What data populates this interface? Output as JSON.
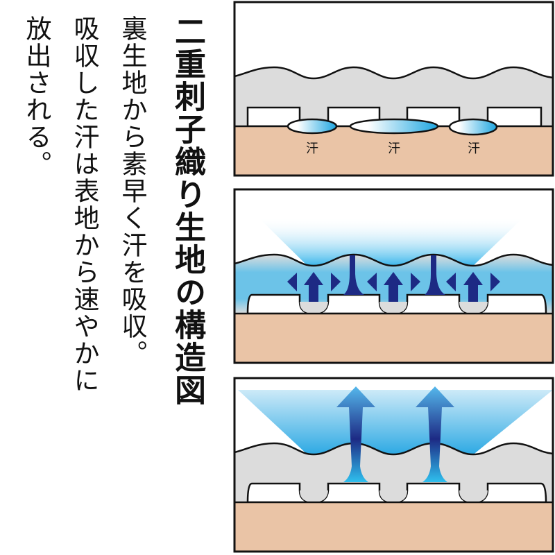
{
  "title": "二重刺子織り生地の構造図",
  "description_lines": [
    "裏生地から素早く汗を吸収。",
    "吸収した汗は表地から速やかに",
    "放出される。"
  ],
  "sweat_label": "汗",
  "colors": {
    "fabric": "#dcdcdc",
    "skin": "#eac4a6",
    "sweat": "#1ea6e0",
    "arrow": "#1d2a84"
  }
}
